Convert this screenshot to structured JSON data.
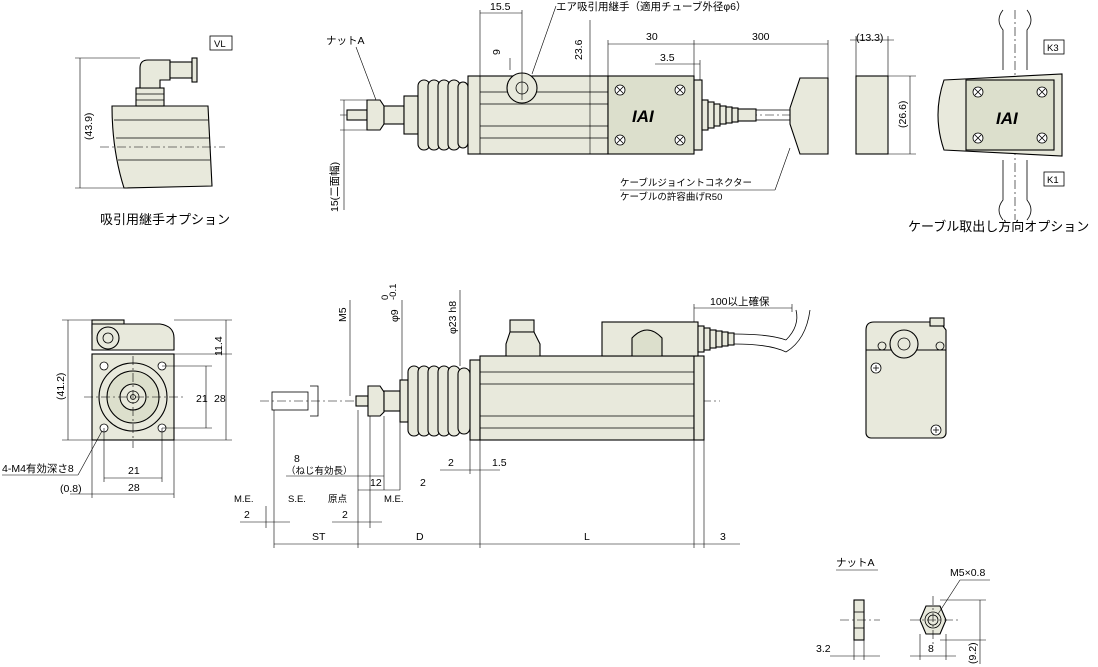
{
  "captions": {
    "suction_option": "吸引用継手オプション",
    "cable_option": "ケーブル取出し方向オプション",
    "nut_a_detail": "ナットA"
  },
  "callouts": {
    "nut_a": "ナットA",
    "air_fitting": "エア吸引用継手（適用チューブ外径φ6）",
    "cable_joint": "ケーブルジョイントコネクター",
    "cable_bend": "ケーブルの許容曲げR50",
    "cable_length": "100以上確保",
    "mount_holes": "4-M4有効深さ8",
    "thread_len": "8",
    "thread_len_note": "（ねじ有効長）",
    "logo": "IAI"
  },
  "box_labels": {
    "vl": "VL",
    "k3": "K3",
    "k1": "K1"
  },
  "dimensions": {
    "d43_9": "(43.9)",
    "d15_5": "15.5",
    "d9": "9",
    "d23_6": "23.6",
    "d30": "30",
    "d3_5": "3.5",
    "d300": "300",
    "d13_3": "(13.3)",
    "d26_6": "(26.6)",
    "d15_flats": "15(二面幅)",
    "d41_2": "(41.2)",
    "d11_4": "11.4",
    "d21v": "21",
    "d28v": "28",
    "d21h": "21",
    "d28h": "28",
    "d0_8": "(0.8)",
    "m5": "M5",
    "phi9": "φ9",
    "phi9_tol_up": "0",
    "phi9_tol_low": "-0.1",
    "phi23": "φ23 h8",
    "d2a": "2",
    "d1_5": "1.5",
    "d12": "12",
    "d2b": "2",
    "d2c": "2",
    "d2d": "2",
    "d3": "3",
    "me1": "M.E.",
    "se": "S.E.",
    "origin": "原点",
    "me2": "M.E.",
    "st": "ST",
    "d": "D",
    "l": "L",
    "m5x08": "M5×0.8",
    "d3_2": "3.2",
    "d8": "8",
    "d9_2": "(9.2)"
  },
  "colors": {
    "part_fill": "#e8e9dc",
    "line": "#000000"
  }
}
